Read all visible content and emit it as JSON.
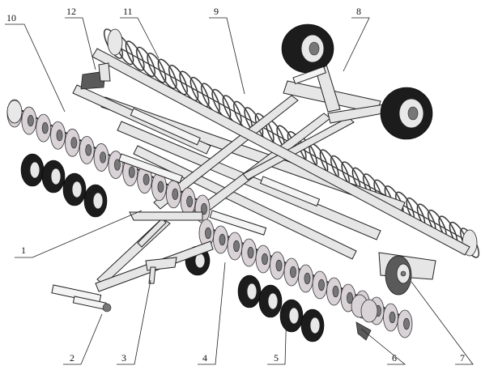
{
  "figure": {
    "callouts": [
      {
        "number": "1"
      },
      {
        "number": "2"
      },
      {
        "number": "3"
      },
      {
        "number": "4"
      },
      {
        "number": "5"
      },
      {
        "number": "6"
      },
      {
        "number": "7"
      },
      {
        "number": "8"
      },
      {
        "number": "9"
      },
      {
        "number": "10"
      },
      {
        "number": "11"
      },
      {
        "number": "12"
      }
    ]
  }
}
